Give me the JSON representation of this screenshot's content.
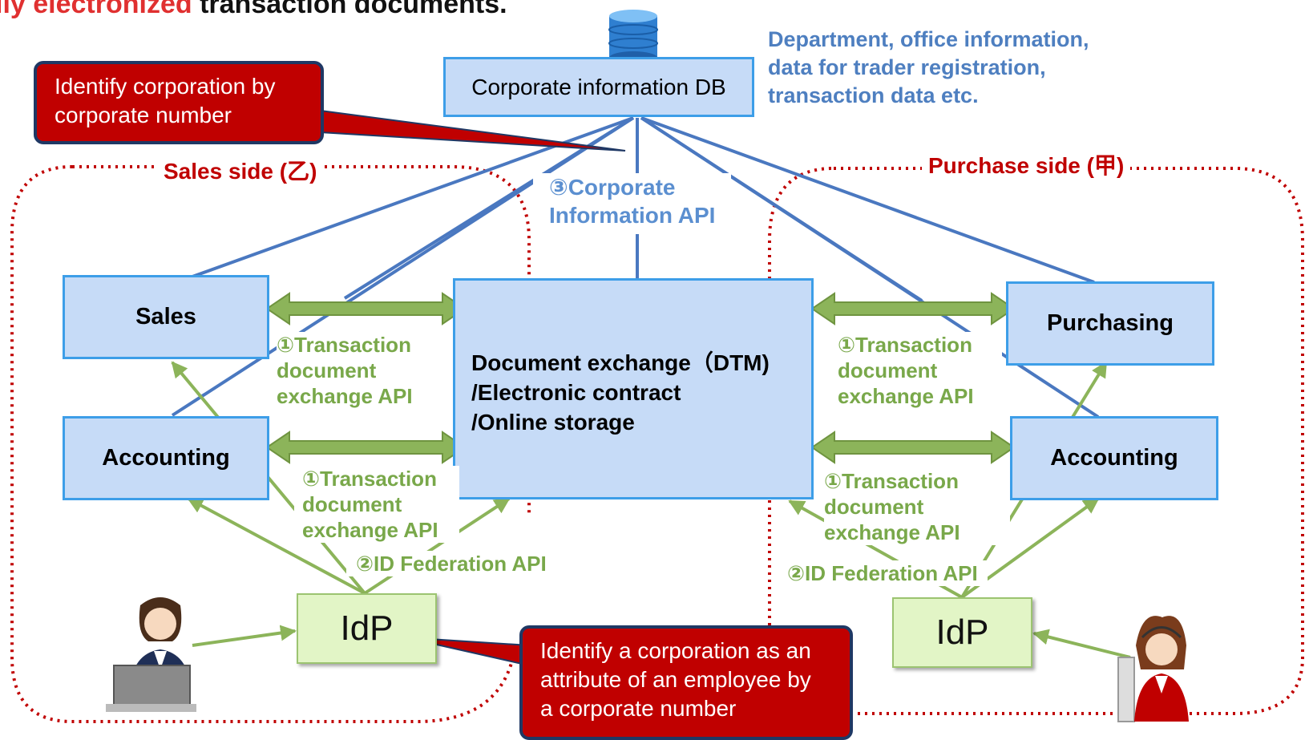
{
  "header": {
    "partial_title_red": "lly electronized",
    "partial_title_black": " transaction documents."
  },
  "corporate_db": {
    "label": "Corporate information DB",
    "note": "Department, office information,\ndata for trader registration,\ntransaction data etc."
  },
  "callouts": {
    "corporate_number": "Identify corporation by\ncorporate number",
    "employee_attribute": "Identify a corporation as an\nattribute of an employee by\na corporate number"
  },
  "sides": {
    "sales": "Sales side (乙)",
    "purchase": "Purchase side (甲)"
  },
  "apis": {
    "corporate_info": "③Corporate\nInformation API",
    "transaction_sales_top": "①Transaction\ndocument\nexchange API",
    "transaction_sales_bottom": "①Transaction\ndocument\nexchange API",
    "transaction_purchase_top": "①Transaction\ndocument\nexchange API",
    "transaction_purchase_bottom": "①Transaction\ndocument\nexchange API",
    "id_federation_sales": "②ID Federation API",
    "id_federation_purchase": "②ID Federation  API"
  },
  "boxes": {
    "sales": "Sales",
    "accounting_left": "Accounting",
    "purchasing": "Purchasing",
    "accounting_right": "Accounting",
    "dtm_line1": "Document exchange（DTM)",
    "dtm_line2": "/Electronic contract",
    "dtm_line3": "/Online storage",
    "idp_left": "IdP",
    "idp_right": "IdP"
  },
  "icons": {
    "database": "database-icon",
    "sales_user": "user-laptop-icon",
    "purchase_user": "user-headset-icon"
  },
  "colors": {
    "box_fill": "#c6dbf7",
    "box_border": "#3d9ee8",
    "connector_blue": "#4a78c0",
    "arrow_green": "#8cb45a",
    "callout_red": "#c00000",
    "side_border_red": "#c00000"
  }
}
